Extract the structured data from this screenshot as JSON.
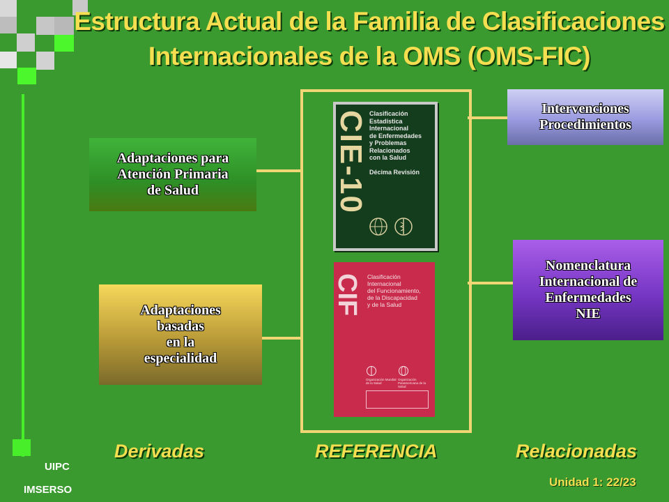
{
  "title": {
    "line1": "Estructura Actual de la Familia  de Clasificaciones",
    "line2": "Internacionales de la OMS (OMS-FIC)"
  },
  "left_boxes": {
    "primary_care": [
      "Adaptaciones para",
      "Atención Primaria",
      "de Salud"
    ],
    "specialty": [
      "Adaptaciones",
      "basadas",
      "en la",
      "especialidad"
    ]
  },
  "right_boxes": {
    "interventions": [
      "Intervenciones",
      "Procedimientos"
    ],
    "nomenclature": [
      "Nomenclatura",
      "Internacional de",
      "Enfermedades",
      "NIE"
    ]
  },
  "books": {
    "cie10": {
      "spine": "CIE-10",
      "lines": [
        "Clasificación",
        "Estadística",
        "Internacional",
        "de Enfermedades",
        "y Problemas",
        "Relacionados",
        "con la Salud"
      ],
      "edition": "Décima Revisión"
    },
    "cif": {
      "spine": "CIF",
      "lines": [
        "Clasificación",
        "Internacional",
        "del Funcionamiento,",
        "de la Discapacidad",
        "y de la Salud"
      ],
      "org1": "Organización Mundial de la Salud",
      "org2": "Organización Panamericana de la Salud"
    }
  },
  "columns": {
    "left": "Derivadas",
    "center": "REFERENCIA",
    "right": "Relacionadas"
  },
  "footer": {
    "org1": "UIPC",
    "org2": "IMSERSO",
    "page": "Unidad 1: 22/23"
  },
  "colors": {
    "background": "#3a9a2f",
    "title": "#f5de50",
    "frame": "#f0d675",
    "accent_green": "#49ee2a"
  }
}
